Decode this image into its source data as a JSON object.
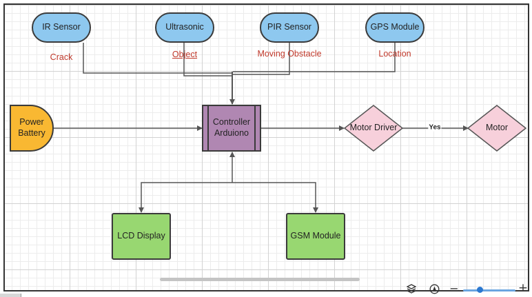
{
  "nodes": {
    "ir_sensor": "IR Sensor",
    "ultrasonic": "Ultrasonic",
    "pir_sensor": "PIR Sensor",
    "gps_module": "GPS Module",
    "power_battery": "Power Battery",
    "controller": "Controller Arduiono",
    "motor_driver": "Motor Driver",
    "motor": "Motor",
    "lcd_display": "LCD Display",
    "gsm_module": "GSM Module"
  },
  "labels": {
    "crack": "Crack",
    "object": "Object",
    "moving_obstacle": "Moving Obstacle",
    "location": "Location",
    "yes": "Yes"
  },
  "colors": {
    "sensor_fill": "#8ec8ef",
    "power_fill": "#f9b832",
    "controller_fill": "#b087b2",
    "diamond_fill": "#f7d0db",
    "output_fill": "#98d771",
    "label_red": "#c0392b",
    "connector": "#555555"
  },
  "toolbar": {
    "layers_icon": "layers-icon",
    "navigate_icon": "navigate-icon",
    "zoom_out_label": "−",
    "zoom_in_label": "+",
    "zoom_level_fraction": 0.3
  }
}
